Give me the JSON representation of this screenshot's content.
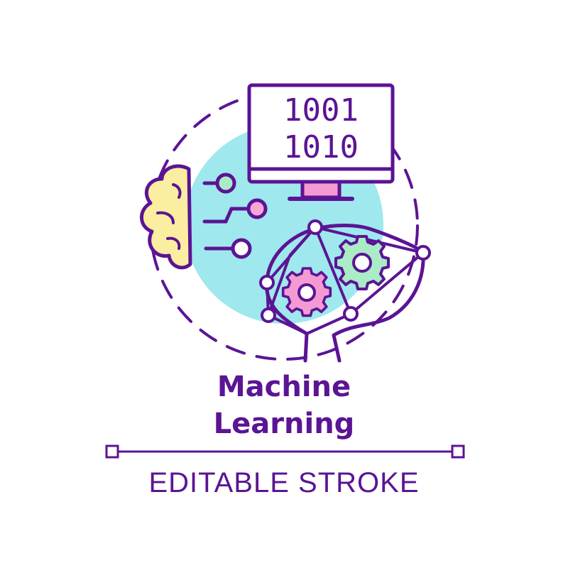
{
  "title": {
    "line1": "Machine",
    "line2": "Learning"
  },
  "caption": "EDITABLE STROKE",
  "monitor": {
    "binary_line1": "1001",
    "binary_line2": "1010"
  },
  "colors": {
    "stroke": "#5b1494",
    "circle_fill": "#9fe8ee",
    "brain_fill": "#fbeea0",
    "monitor_stand": "#f49ad3",
    "node_green": "#a9ecc6",
    "node_pink": "#f7a6d6",
    "gear_pink": "#f49ad3",
    "gear_green": "#a9ecc6"
  },
  "icons": [
    "human-brain-icon",
    "computer-monitor-icon",
    "circuit-connector-icon",
    "ai-head-icon",
    "gear-icon",
    "neural-network-icon"
  ]
}
